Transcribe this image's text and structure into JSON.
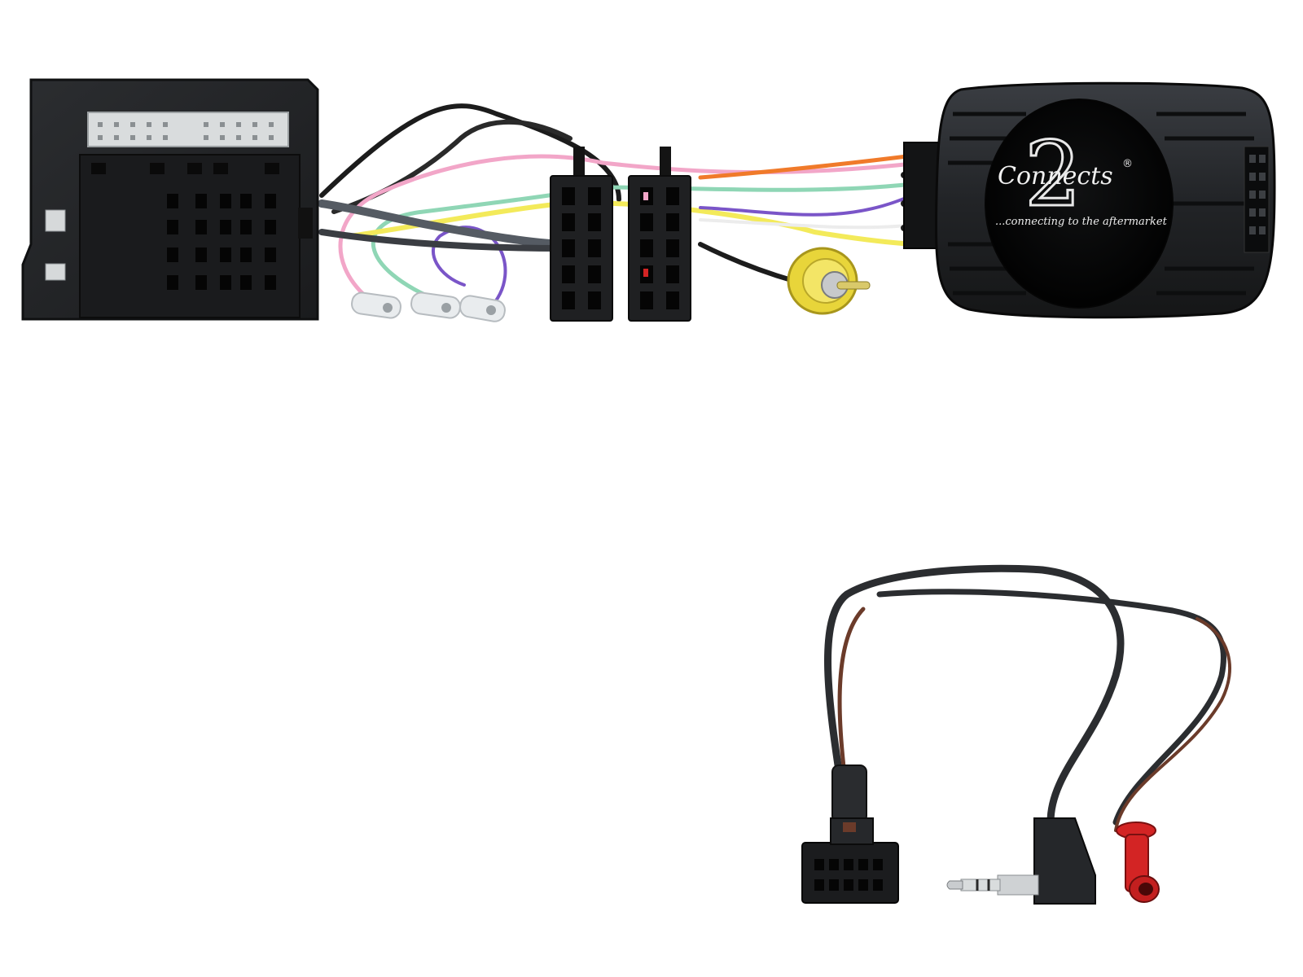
{
  "product": {
    "brand_logo": "Connects 2",
    "registered_mark": "®",
    "tagline": "...connecting to the aftermarket"
  },
  "components": [
    {
      "name": "quadlock-connector",
      "kind": "vehicle harness plug"
    },
    {
      "name": "iso-connectors",
      "kind": "pair of black ISO plugs"
    },
    {
      "name": "rca-video-plug",
      "kind": "yellow RCA connector"
    },
    {
      "name": "interface-box",
      "kind": "steering control interface"
    },
    {
      "name": "patch-lead",
      "kind": "lead with multi-pin plug, 3.5mm jack and red bullet"
    }
  ],
  "wire_colors": {
    "black": "#1c1c1c",
    "pink": "#f2a6c8",
    "orange": "#f07a2a",
    "green": "#8fd6b5",
    "yellow": "#f3ea5a",
    "purple": "#7a55c8",
    "white": "#f2f2f2",
    "brown": "#6b3b2a",
    "grey": "#555b63",
    "red": "#d32424"
  }
}
